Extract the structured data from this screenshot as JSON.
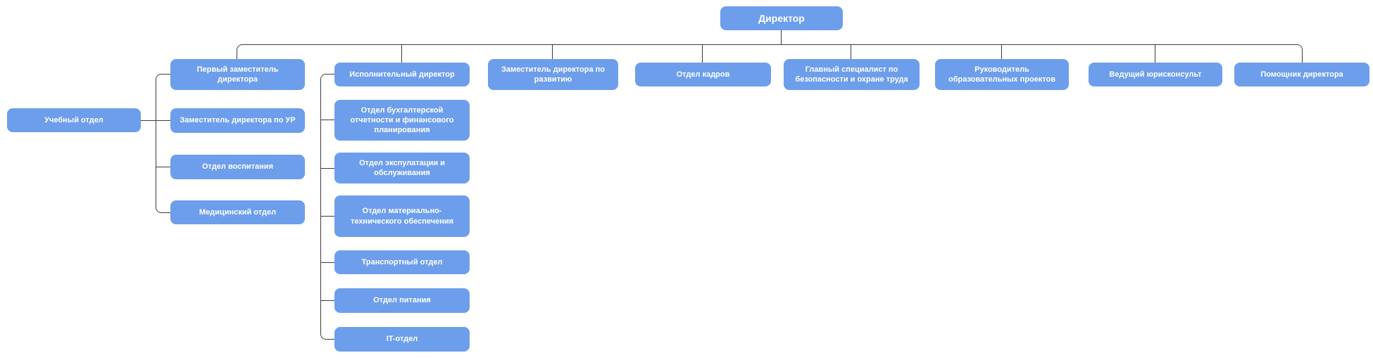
{
  "org": {
    "root": {
      "label": "Директор"
    },
    "level2": [
      {
        "label": "Первый заместитель директора"
      },
      {
        "label": "Исполнительный директор"
      },
      {
        "label": "Заместитель директора по развитию"
      },
      {
        "label": "Отдел кадров"
      },
      {
        "label": "Главный специалист по безопасности и охране труда"
      },
      {
        "label": "Руководитель образовательных проектов"
      },
      {
        "label": "Ведущий юрисконсульт"
      },
      {
        "label": "Помощник директора"
      }
    ],
    "first_deputy_children": [
      {
        "label": "Учебный отдел"
      },
      {
        "label": "Заместитель директора по УР"
      },
      {
        "label": "Отдел воспитания"
      },
      {
        "label": "Медицинский отдел"
      }
    ],
    "executive_children": [
      {
        "label": "Отдел бухгалтерской отчетности и финансового планирования"
      },
      {
        "label": "Отдел экспулатации и обслуживания"
      },
      {
        "label": "Отдел материально-технического обеспечения"
      },
      {
        "label": "Транспортный отдел"
      },
      {
        "label": "Отдел питания"
      },
      {
        "label": "IT-отдел"
      }
    ],
    "colors": {
      "node_fill": "#6d9eeb",
      "node_text": "#ffffff",
      "connector": "#3c3c3c",
      "background": "#ffffff"
    }
  }
}
